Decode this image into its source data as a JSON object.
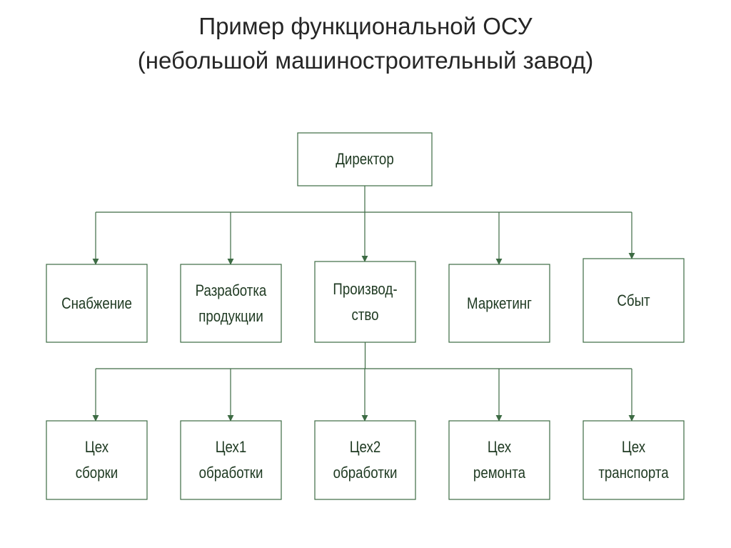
{
  "title": {
    "line1": "Пример функциональной ОСУ",
    "line2": "(небольшой машиностроительный завод)"
  },
  "colors": {
    "stroke": "#3d6b44",
    "text": "#1f3a22",
    "title": "#262626"
  },
  "root": {
    "label": "Директор"
  },
  "departments": [
    {
      "id": "supply",
      "label": "Снабжение"
    },
    {
      "id": "rnd",
      "label": "Разработка\nпродукции"
    },
    {
      "id": "production",
      "label": "Производ-\nство"
    },
    {
      "id": "marketing",
      "label": "Маркетинг"
    },
    {
      "id": "sales",
      "label": "Сбыт"
    }
  ],
  "workshops": [
    {
      "id": "assembly",
      "label": "Цех\nсборки"
    },
    {
      "id": "machining1",
      "label": "Цех1\nобработки"
    },
    {
      "id": "machining2",
      "label": "Цех2\nобработки"
    },
    {
      "id": "repair",
      "label": "Цех\nремонта"
    },
    {
      "id": "transport",
      "label": "Цех\nтранспорта"
    }
  ]
}
